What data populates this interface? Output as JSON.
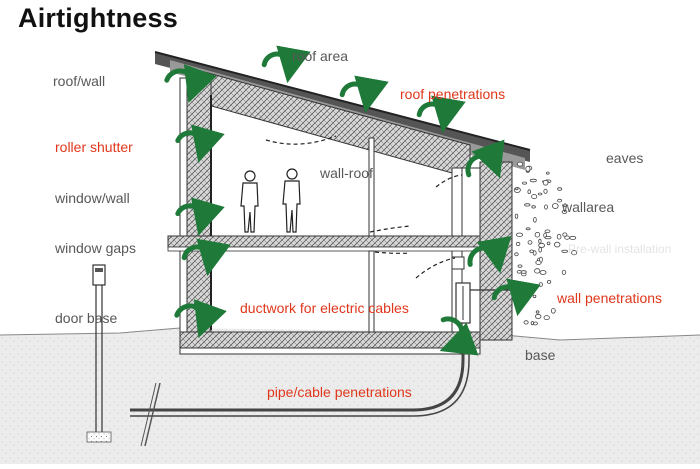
{
  "title": "Airtightness",
  "labels": {
    "roof_wall": "roof/wall",
    "roof_area": "roof area",
    "roof_penetrations": "roof penetrations",
    "roller_shutter": "roller shutter",
    "eaves": "eaves",
    "wall_roof": "wall-roof",
    "window_wall": "window/wall",
    "wallarea": "wallarea",
    "window_gaps": "window gaps",
    "pre_wall_installation": "Pre-wall installation",
    "wall_penetrations": "wall penetrations",
    "ductwork": "ductwork for electric cables",
    "door_base": "door base",
    "base": "base",
    "pipe_cable_penetrations": "pipe/cable penetrations"
  },
  "colors": {
    "accent_red": "#e0371b",
    "label_gray": "#585858",
    "arrow_green": "#1f7a3a",
    "insulation_fill": "#c8c8c8",
    "line": "#222222"
  },
  "icons": [
    "airflow-arrow-icon",
    "person-silhouette-icon",
    "rubble-texture"
  ]
}
